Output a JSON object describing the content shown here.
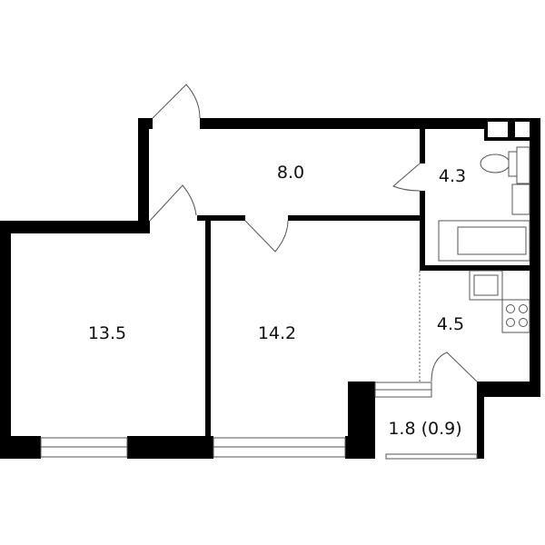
{
  "plan": {
    "rooms": [
      {
        "id": "room-left",
        "area": "13.5"
      },
      {
        "id": "living-room",
        "area": "14.2"
      },
      {
        "id": "hallway",
        "area": "8.0"
      },
      {
        "id": "bathroom",
        "area": "4.3"
      },
      {
        "id": "kitchen",
        "area": "4.5"
      },
      {
        "id": "balcony",
        "area": "1.8 (0.9)"
      }
    ],
    "wall_color": "#000000"
  }
}
